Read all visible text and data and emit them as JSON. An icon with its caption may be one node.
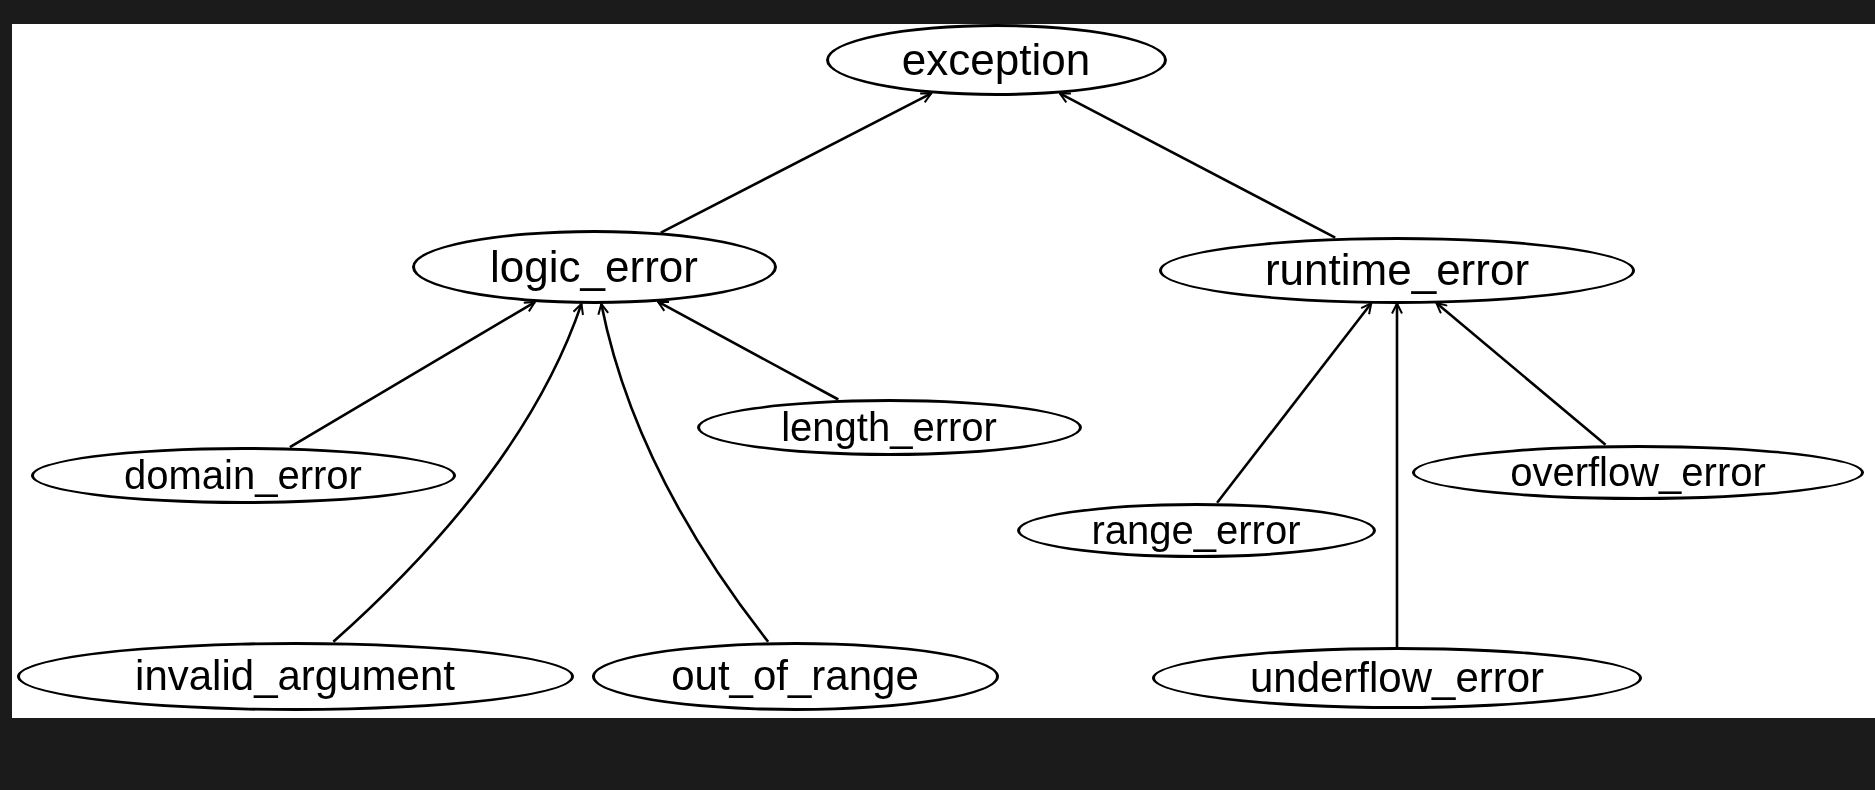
{
  "diagram": {
    "nodes": [
      {
        "text": [
          "exception"
        ]
      },
      {
        "text": [
          "logic_error"
        ]
      },
      {
        "text": [
          "runtime_error"
        ]
      },
      {
        "text": [
          "length_error"
        ]
      },
      {
        "text": [
          "domain_error"
        ]
      },
      {
        "text": [
          "overflow_error"
        ]
      },
      {
        "text": [
          "range_error"
        ]
      },
      {
        "text": [
          "invalid_argument"
        ]
      },
      {
        "text": [
          "out_of_range"
        ]
      },
      {
        "text": [
          "underflow_error"
        ]
      }
    ],
    "edges": [
      {
        "from": 1,
        "to": 0,
        "arrow": "to"
      },
      {
        "from": 2,
        "to": 0,
        "arrow": "to"
      },
      {
        "from": 4,
        "to": 1,
        "arrow": "to"
      },
      {
        "from": 7,
        "to": 1,
        "arrow": "to"
      },
      {
        "from": 8,
        "to": 1,
        "arrow": "to"
      },
      {
        "from": 3,
        "to": 1,
        "arrow": "to"
      },
      {
        "from": 6,
        "to": 2,
        "arrow": "to"
      },
      {
        "from": 9,
        "to": 2,
        "arrow": "to"
      },
      {
        "from": 5,
        "to": 2,
        "arrow": "to"
      }
    ]
  }
}
